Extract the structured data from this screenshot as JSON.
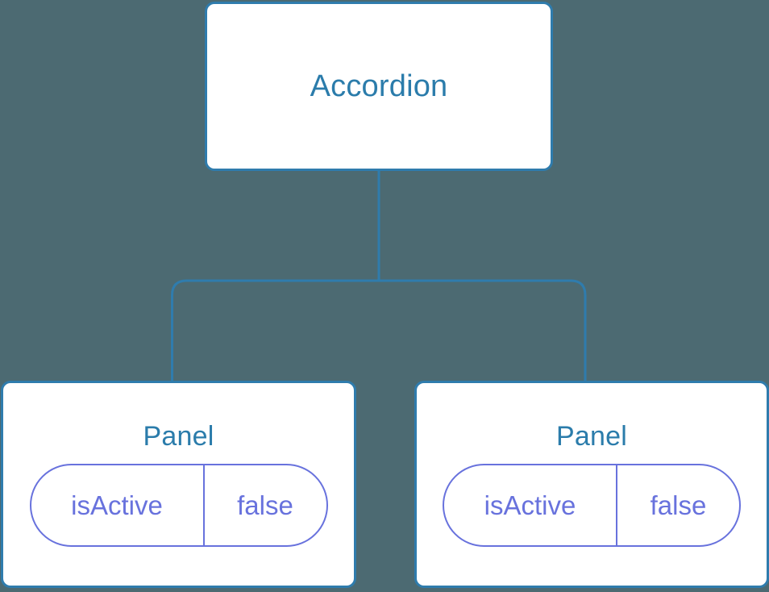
{
  "diagram": {
    "type": "component-tree",
    "background_color": "#4c6a72",
    "node_fill_color": "#ffffff",
    "node_border_color": "#2f7cad",
    "title_color": "#2b7cab",
    "badge_color": "#6872dd",
    "connector_color": "#2f7cad",
    "root": {
      "title": "Accordion"
    },
    "children": [
      {
        "title": "Panel",
        "props": [
          {
            "key": "isActive",
            "value": "false"
          }
        ]
      },
      {
        "title": "Panel",
        "props": [
          {
            "key": "isActive",
            "value": "false"
          }
        ]
      }
    ]
  }
}
